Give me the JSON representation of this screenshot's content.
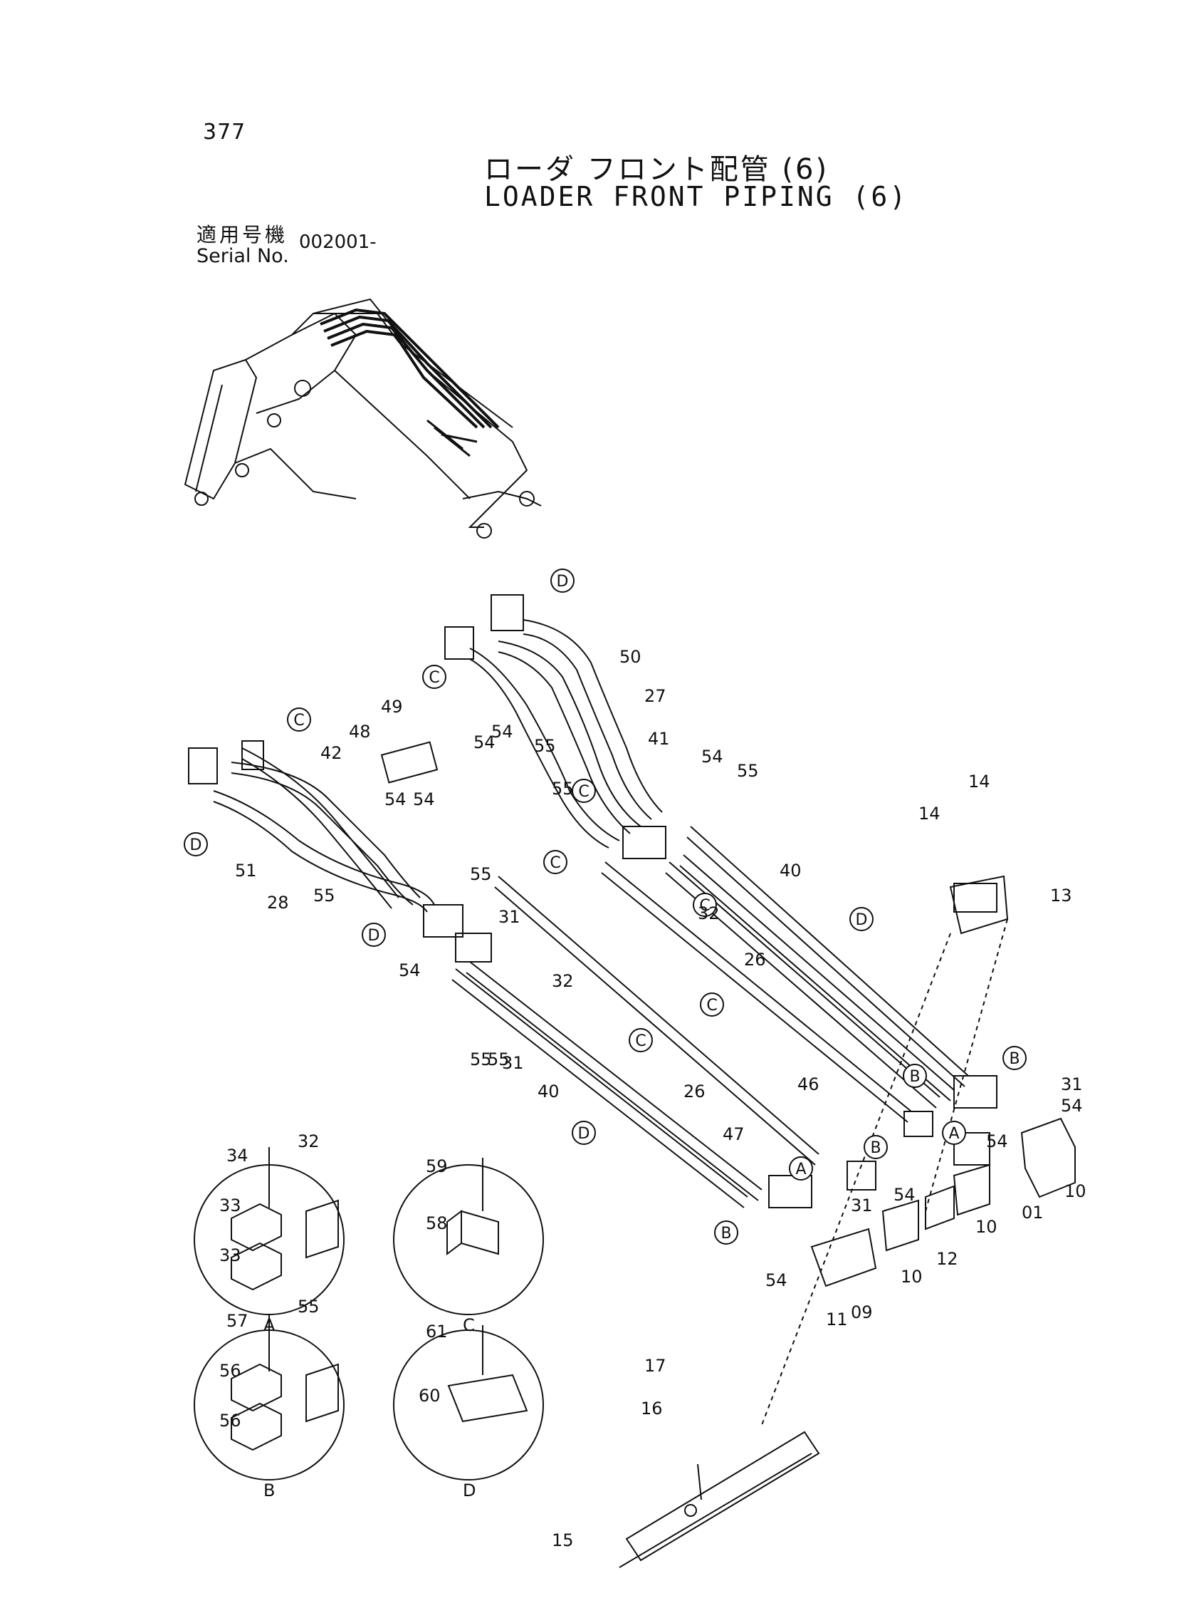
{
  "page_number": "377",
  "title_jp": "ローダ フロント配管 (6)",
  "title_en": "LOADER FRONT PIPING (6)",
  "serial_label_jp": "適用号機",
  "serial_label_en": "Serial No.",
  "serial_value": "002001-",
  "callouts": [
    "C",
    "D",
    "C",
    "C",
    "C",
    "C",
    "C",
    "C",
    "D",
    "D",
    "D",
    "A",
    "B",
    "B",
    "B",
    "A",
    "B",
    "D"
  ],
  "part_numbers": [
    "50",
    "27",
    "41",
    "49",
    "48",
    "54",
    "55",
    "54",
    "55",
    "42",
    "54",
    "54",
    "55",
    "55",
    "54",
    "55",
    "32",
    "31",
    "40",
    "26",
    "28",
    "51",
    "55",
    "31",
    "54",
    "32",
    "55",
    "40",
    "26",
    "47",
    "46",
    "14",
    "14",
    "13",
    "31",
    "54",
    "54",
    "54",
    "31",
    "10",
    "01",
    "10",
    "12",
    "10",
    "11",
    "09",
    "54",
    "17",
    "16",
    "15"
  ],
  "details": [
    {
      "letter": "A",
      "parts": [
        "34",
        "32",
        "33",
        "33"
      ]
    },
    {
      "letter": "C",
      "parts": [
        "59",
        "58"
      ]
    },
    {
      "letter": "B",
      "parts": [
        "57",
        "55",
        "56",
        "56"
      ]
    },
    {
      "letter": "D",
      "parts": [
        "61",
        "60"
      ]
    }
  ]
}
